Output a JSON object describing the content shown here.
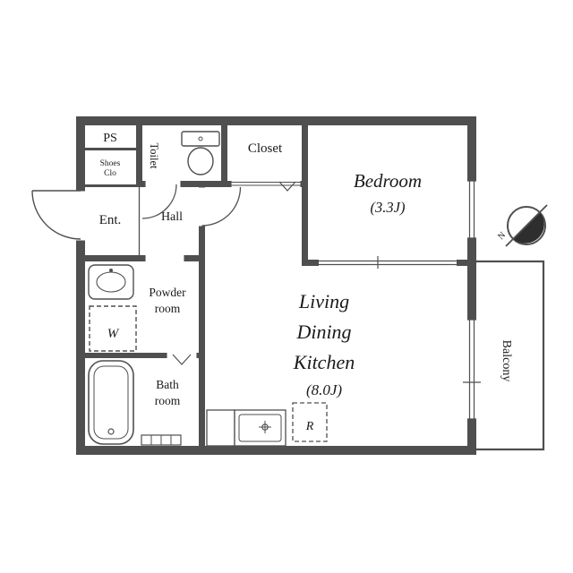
{
  "colors": {
    "wall": "#4f4f4f",
    "text": "#1a1a1a",
    "background": "#ffffff"
  },
  "rooms": {
    "ps": "PS",
    "shoes_closet": {
      "line1": "Shoes",
      "line2": "Clo"
    },
    "toilet": "Toilet",
    "closet": "Closet",
    "bedroom": {
      "name": "Bedroom",
      "size": "(3.3J)"
    },
    "entrance": "Ent.",
    "hall": "Hall",
    "powder_room": {
      "line1": "Powder",
      "line2": "room"
    },
    "bath_room": {
      "line1": "Bath",
      "line2": "room"
    },
    "ldk": {
      "line1": "Living",
      "line2": "Dining",
      "line3": "Kitchen",
      "size": "(8.0J)"
    },
    "balcony": "Balcony"
  },
  "appliances": {
    "washing_machine": "W",
    "refrigerator": "R"
  },
  "compass": {
    "north_label": "N"
  }
}
